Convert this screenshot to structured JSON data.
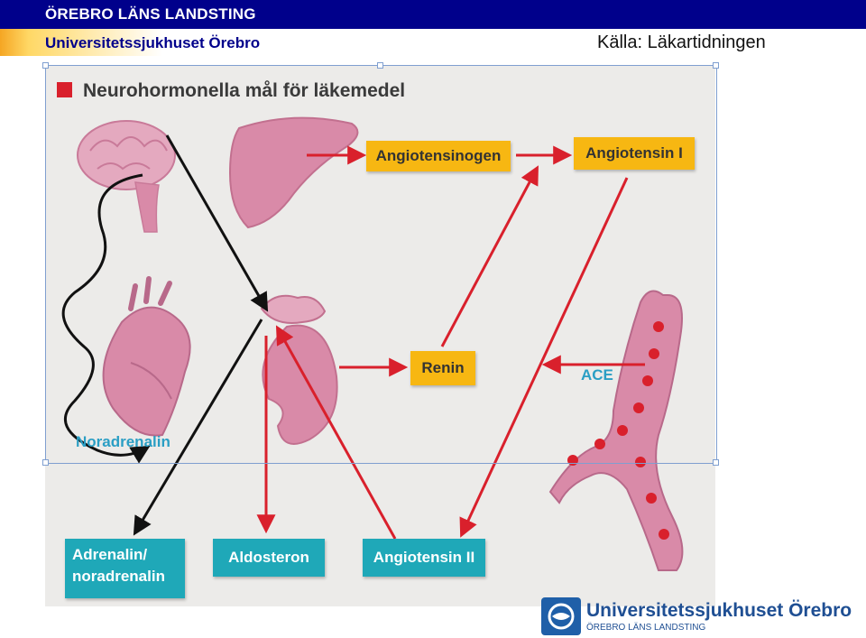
{
  "header": {
    "org": "ÖREBRO LÄNS LANDSTING",
    "hospital": "Universitetssjukhuset Örebro",
    "source": "Källa: Läkartidningen"
  },
  "figure": {
    "title": "Neurohormonella mål för läkemedel",
    "boxes": {
      "angiotensinogen": "Angiotensinogen",
      "angiotensin1": "Angiotensin I",
      "renin": "Renin",
      "adrenalin_line1": "Adrenalin/",
      "adrenalin_line2": "noradrenalin",
      "aldosteron": "Aldosteron",
      "angiotensin2": "Angiotensin II"
    },
    "labels": {
      "ace": "ACE",
      "noradrenalin": "Noradrenalin"
    }
  },
  "footer": {
    "name": "Universitetssjukhuset Örebro",
    "sub": "ÖREBRO LÄNS LANDSTING"
  },
  "colors": {
    "header_bar": "#00008b",
    "accent_orange": "#f5a623",
    "box_yellow": "#f7b712",
    "box_teal": "#1fa8b8",
    "arrow_red": "#d9202c",
    "organ_pink": "#d98aa8"
  }
}
